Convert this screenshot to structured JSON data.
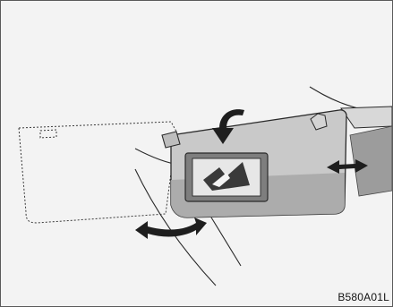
{
  "figure": {
    "code_label": "B580A01L",
    "icons": [
      "sun-visor",
      "vanity-mirror",
      "lower-arrow-icon",
      "pivot-arrow-icon",
      "slide-arrow-icon"
    ],
    "colors": {
      "background": "#f3f3f3",
      "visor_fill": "#c9c9c9",
      "visor_shade": "#a9a9a9",
      "line": "#2a2a2a",
      "mirror": "#e7e7e7"
    }
  }
}
